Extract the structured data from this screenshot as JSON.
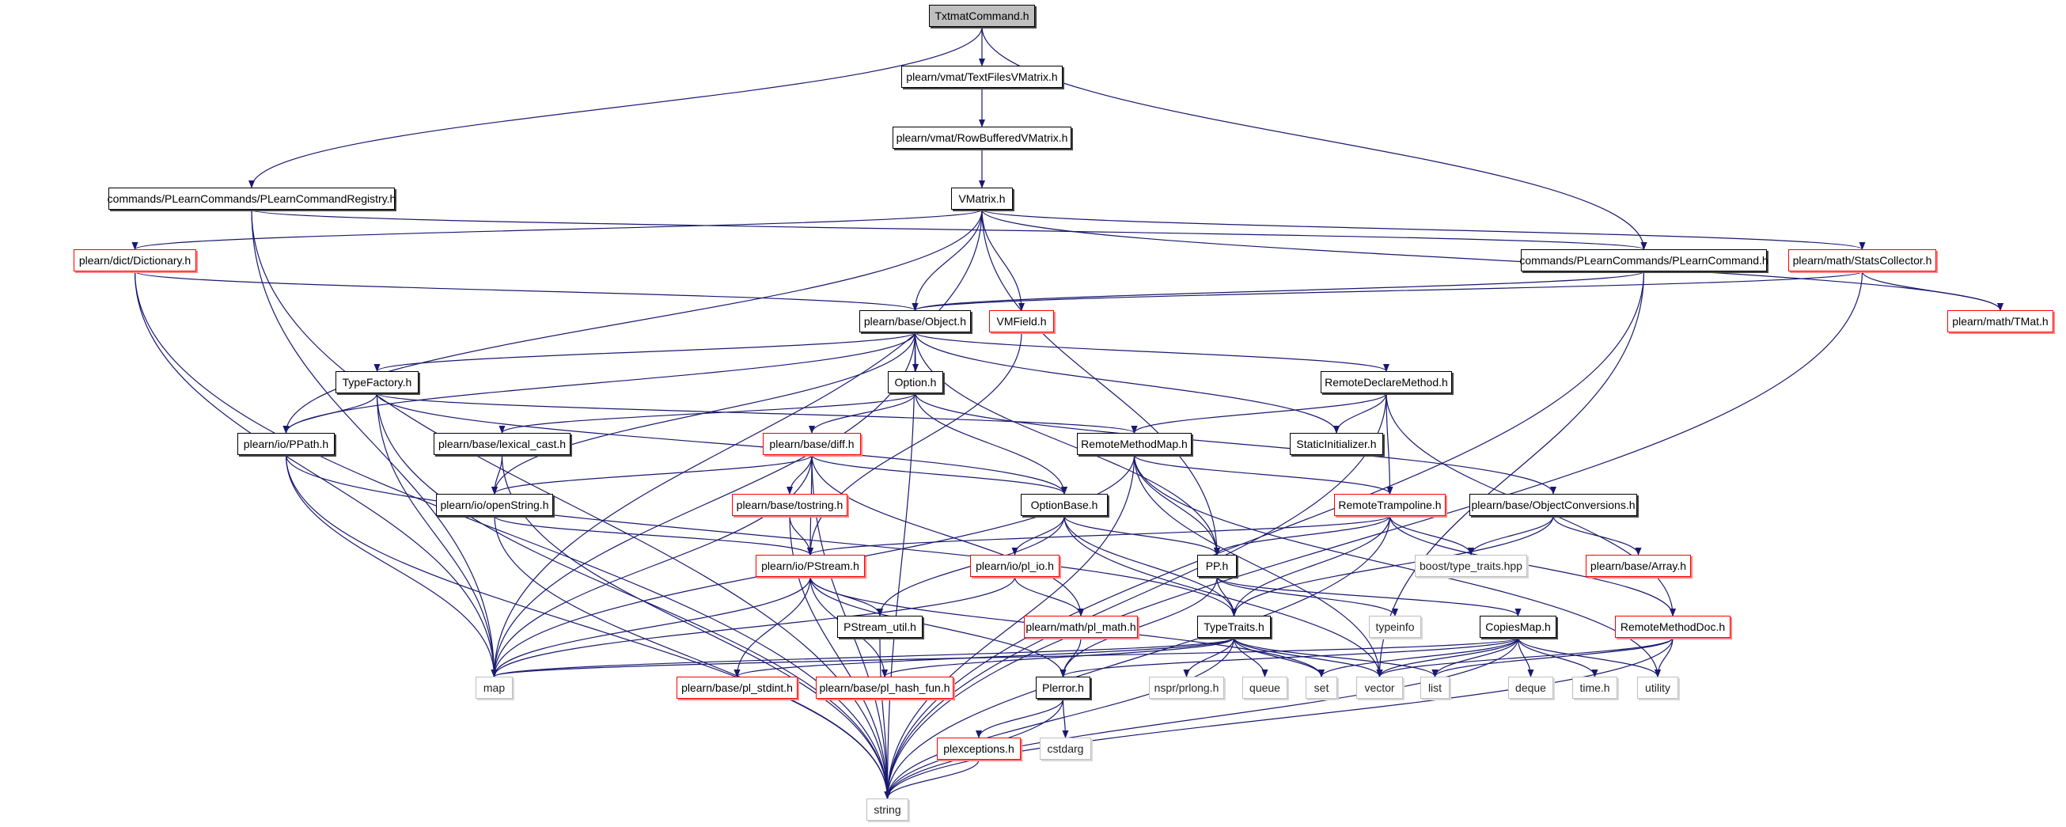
{
  "colors": {
    "edge": "#191970",
    "red_border": "#ff0000",
    "gray_border": "#bfbfbf",
    "root_fill": "#bfbfbf"
  },
  "nodes": [
    {
      "id": "txtmat",
      "label": "TxtmatCommand.h",
      "style": "root"
    },
    {
      "id": "textfiles",
      "label": "plearn/vmat/TextFilesVMatrix.h",
      "style": "normal"
    },
    {
      "id": "rowbuf",
      "label": "plearn/vmat/RowBufferedVMatrix.h",
      "style": "normal"
    },
    {
      "id": "registry",
      "label": "commands/PLearnCommands/PLearnCommandRegistry.h",
      "style": "normal"
    },
    {
      "id": "vmatrix",
      "label": "VMatrix.h",
      "style": "normal"
    },
    {
      "id": "dictionary",
      "label": "plearn/dict/Dictionary.h",
      "style": "red"
    },
    {
      "id": "plcommand",
      "label": "commands/PLearnCommands/PLearnCommand.h",
      "style": "normal"
    },
    {
      "id": "stats",
      "label": "plearn/math/StatsCollector.h",
      "style": "red"
    },
    {
      "id": "object",
      "label": "plearn/base/Object.h",
      "style": "normal"
    },
    {
      "id": "vmfield",
      "label": "VMField.h",
      "style": "red"
    },
    {
      "id": "tmat",
      "label": "plearn/math/TMat.h",
      "style": "red"
    },
    {
      "id": "typefactory",
      "label": "TypeFactory.h",
      "style": "normal"
    },
    {
      "id": "option",
      "label": "Option.h",
      "style": "normal"
    },
    {
      "id": "rdm",
      "label": "RemoteDeclareMethod.h",
      "style": "normal"
    },
    {
      "id": "ppath",
      "label": "plearn/io/PPath.h",
      "style": "normal"
    },
    {
      "id": "lexcast",
      "label": "plearn/base/lexical_cast.h",
      "style": "normal"
    },
    {
      "id": "diff",
      "label": "plearn/base/diff.h",
      "style": "red"
    },
    {
      "id": "rmm",
      "label": "RemoteMethodMap.h",
      "style": "normal"
    },
    {
      "id": "staticinit",
      "label": "StaticInitializer.h",
      "style": "normal"
    },
    {
      "id": "openstring",
      "label": "plearn/io/openString.h",
      "style": "normal"
    },
    {
      "id": "tostring",
      "label": "plearn/base/tostring.h",
      "style": "red"
    },
    {
      "id": "optionbase",
      "label": "OptionBase.h",
      "style": "normal"
    },
    {
      "id": "trampoline",
      "label": "RemoteTrampoline.h",
      "style": "red"
    },
    {
      "id": "objconv",
      "label": "plearn/base/ObjectConversions.h",
      "style": "normal"
    },
    {
      "id": "pstream",
      "label": "plearn/io/PStream.h",
      "style": "red"
    },
    {
      "id": "plio",
      "label": "plearn/io/pl_io.h",
      "style": "red"
    },
    {
      "id": "pp",
      "label": "PP.h",
      "style": "normal"
    },
    {
      "id": "boost",
      "label": "boost/type_traits.hpp",
      "style": "gray"
    },
    {
      "id": "array",
      "label": "plearn/base/Array.h",
      "style": "red"
    },
    {
      "id": "pstreamutil",
      "label": "PStream_util.h",
      "style": "normal"
    },
    {
      "id": "plmath",
      "label": "plearn/math/pl_math.h",
      "style": "red"
    },
    {
      "id": "typetraits",
      "label": "TypeTraits.h",
      "style": "normal"
    },
    {
      "id": "typeinfo",
      "label": "typeinfo",
      "style": "gray"
    },
    {
      "id": "copiesmap",
      "label": "CopiesMap.h",
      "style": "normal"
    },
    {
      "id": "rmdoc",
      "label": "RemoteMethodDoc.h",
      "style": "red"
    },
    {
      "id": "map",
      "label": "map",
      "style": "gray"
    },
    {
      "id": "stdint",
      "label": "plearn/base/pl_stdint.h",
      "style": "red"
    },
    {
      "id": "hashfun",
      "label": "plearn/base/pl_hash_fun.h",
      "style": "red"
    },
    {
      "id": "plerror",
      "label": "Plerror.h",
      "style": "normal"
    },
    {
      "id": "prlong",
      "label": "nspr/prlong.h",
      "style": "gray"
    },
    {
      "id": "queue",
      "label": "queue",
      "style": "gray"
    },
    {
      "id": "set",
      "label": "set",
      "style": "gray"
    },
    {
      "id": "vector",
      "label": "vector",
      "style": "gray"
    },
    {
      "id": "list",
      "label": "list",
      "style": "gray"
    },
    {
      "id": "deque",
      "label": "deque",
      "style": "gray"
    },
    {
      "id": "timeh",
      "label": "time.h",
      "style": "gray"
    },
    {
      "id": "utility",
      "label": "utility",
      "style": "gray"
    },
    {
      "id": "plexceptions",
      "label": "plexceptions.h",
      "style": "red"
    },
    {
      "id": "cstdarg",
      "label": "cstdarg",
      "style": "gray"
    },
    {
      "id": "string",
      "label": "string",
      "style": "gray"
    }
  ],
  "edges": [
    [
      "txtmat",
      "textfiles"
    ],
    [
      "txtmat",
      "registry"
    ],
    [
      "txtmat",
      "plcommand"
    ],
    [
      "textfiles",
      "rowbuf"
    ],
    [
      "rowbuf",
      "vmatrix"
    ],
    [
      "registry",
      "plcommand"
    ],
    [
      "registry",
      "map"
    ],
    [
      "registry",
      "string"
    ],
    [
      "vmatrix",
      "dictionary"
    ],
    [
      "vmatrix",
      "object"
    ],
    [
      "vmatrix",
      "vmfield"
    ],
    [
      "vmatrix",
      "stats"
    ],
    [
      "vmatrix",
      "tmat"
    ],
    [
      "vmatrix",
      "ppath"
    ],
    [
      "vmatrix",
      "map"
    ],
    [
      "vmatrix",
      "pp"
    ],
    [
      "dictionary",
      "object"
    ],
    [
      "dictionary",
      "map"
    ],
    [
      "dictionary",
      "string"
    ],
    [
      "plcommand",
      "object"
    ],
    [
      "plcommand",
      "vector"
    ],
    [
      "plcommand",
      "string"
    ],
    [
      "stats",
      "object"
    ],
    [
      "stats",
      "tmat"
    ],
    [
      "stats",
      "string"
    ],
    [
      "vmfield",
      "pstream"
    ],
    [
      "object",
      "typefactory"
    ],
    [
      "object",
      "option"
    ],
    [
      "object",
      "ppath"
    ],
    [
      "object",
      "map"
    ],
    [
      "object",
      "openstring"
    ],
    [
      "object",
      "pp"
    ],
    [
      "object",
      "staticinit"
    ],
    [
      "object",
      "rdm"
    ],
    [
      "object",
      "string"
    ],
    [
      "typefactory",
      "ppath"
    ],
    [
      "typefactory",
      "map"
    ],
    [
      "typefactory",
      "string"
    ],
    [
      "typefactory",
      "optionbase"
    ],
    [
      "typefactory",
      "rmm"
    ],
    [
      "option",
      "lexcast"
    ],
    [
      "option",
      "diff"
    ],
    [
      "option",
      "optionbase"
    ],
    [
      "option",
      "objconv"
    ],
    [
      "rdm",
      "rmm"
    ],
    [
      "rdm",
      "staticinit"
    ],
    [
      "rdm",
      "trampoline"
    ],
    [
      "rdm",
      "rmdoc"
    ],
    [
      "rdm",
      "string"
    ],
    [
      "ppath",
      "map"
    ],
    [
      "ppath",
      "string"
    ],
    [
      "ppath",
      "typetraits"
    ],
    [
      "lexcast",
      "openstring"
    ],
    [
      "lexcast",
      "string"
    ],
    [
      "diff",
      "openstring"
    ],
    [
      "diff",
      "map"
    ],
    [
      "diff",
      "string"
    ],
    [
      "diff",
      "tostring"
    ],
    [
      "diff",
      "pstream"
    ],
    [
      "diff",
      "optionbase"
    ],
    [
      "diff",
      "plmath"
    ],
    [
      "rmm",
      "pp"
    ],
    [
      "rmm",
      "trampoline"
    ],
    [
      "rmm",
      "map"
    ],
    [
      "rmm",
      "string"
    ],
    [
      "rmm",
      "vector"
    ],
    [
      "rmm",
      "utility"
    ],
    [
      "openstring",
      "pstream"
    ],
    [
      "openstring",
      "string"
    ],
    [
      "tostring",
      "pstream"
    ],
    [
      "tostring",
      "string"
    ],
    [
      "optionbase",
      "pp"
    ],
    [
      "optionbase",
      "plio"
    ],
    [
      "optionbase",
      "pstreamutil"
    ],
    [
      "optionbase",
      "vector"
    ],
    [
      "optionbase",
      "typetraits"
    ],
    [
      "trampoline",
      "pstream"
    ],
    [
      "trampoline",
      "pp"
    ],
    [
      "trampoline",
      "typetraits"
    ],
    [
      "trampoline",
      "boost"
    ],
    [
      "trampoline",
      "rmdoc"
    ],
    [
      "trampoline",
      "string"
    ],
    [
      "objconv",
      "boost"
    ],
    [
      "objconv",
      "array"
    ],
    [
      "objconv",
      "typetraits"
    ],
    [
      "pstream",
      "map"
    ],
    [
      "pstream",
      "stdint"
    ],
    [
      "pstream",
      "hashfun"
    ],
    [
      "pstream",
      "pstreamutil"
    ],
    [
      "pstream",
      "plerror"
    ],
    [
      "pstream",
      "set"
    ],
    [
      "plio",
      "map"
    ],
    [
      "plio",
      "plmath"
    ],
    [
      "pp",
      "typetraits"
    ],
    [
      "pp",
      "typeinfo"
    ],
    [
      "pp",
      "copiesmap"
    ],
    [
      "pp",
      "plerror"
    ],
    [
      "plmath",
      "plerror"
    ],
    [
      "typetraits",
      "map"
    ],
    [
      "typetraits",
      "stdint"
    ],
    [
      "typetraits",
      "hashfun"
    ],
    [
      "typetraits",
      "prlong"
    ],
    [
      "typetraits",
      "queue"
    ],
    [
      "typetraits",
      "set"
    ],
    [
      "typetraits",
      "vector"
    ],
    [
      "typetraits",
      "list"
    ],
    [
      "typetraits",
      "string"
    ],
    [
      "copiesmap",
      "map"
    ],
    [
      "copiesmap",
      "plerror"
    ],
    [
      "copiesmap",
      "set"
    ],
    [
      "copiesmap",
      "vector"
    ],
    [
      "copiesmap",
      "list"
    ],
    [
      "copiesmap",
      "deque"
    ],
    [
      "copiesmap",
      "timeh"
    ],
    [
      "copiesmap",
      "utility"
    ],
    [
      "copiesmap",
      "string"
    ],
    [
      "rmdoc",
      "list"
    ],
    [
      "rmdoc",
      "vector"
    ],
    [
      "rmdoc",
      "utility"
    ],
    [
      "rmdoc",
      "string"
    ],
    [
      "pstreamutil",
      "string"
    ],
    [
      "plerror",
      "plexceptions"
    ],
    [
      "plerror",
      "cstdarg"
    ],
    [
      "plerror",
      "string"
    ],
    [
      "plexceptions",
      "string"
    ]
  ]
}
